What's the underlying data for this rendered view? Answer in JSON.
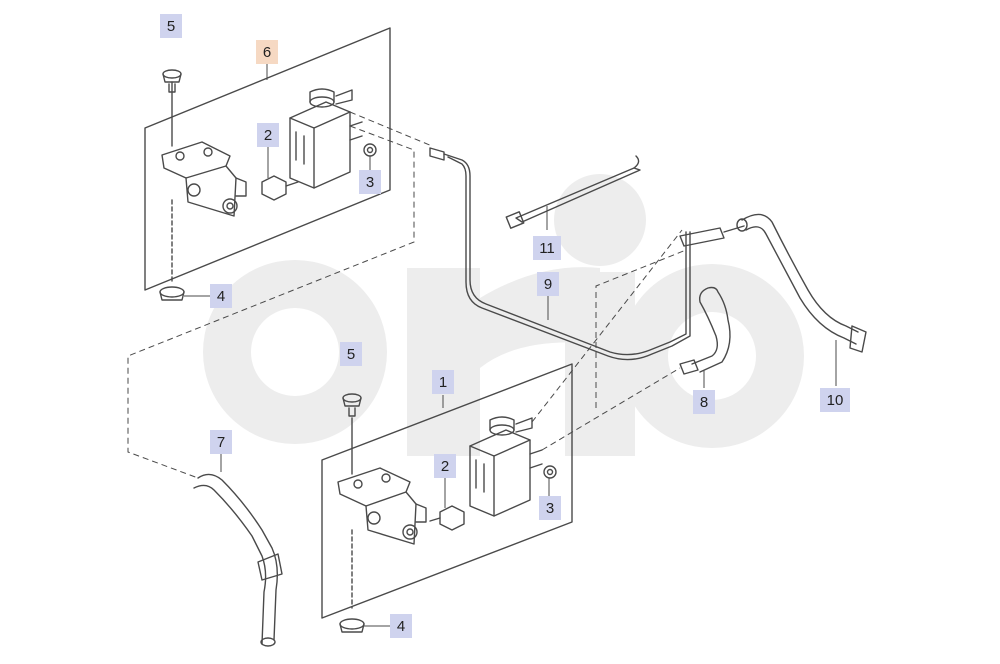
{
  "colors": {
    "background": "#ffffff",
    "watermark": "#ededed",
    "callout_standard": "#cfd3ee",
    "callout_highlight": "#f6d9c3",
    "line": "#4a4a4a"
  },
  "watermark": {
    "text": "orio"
  },
  "callouts": [
    {
      "id": "c5a",
      "label": "5",
      "style": "std"
    },
    {
      "id": "c6",
      "label": "6",
      "style": "hl"
    },
    {
      "id": "c2a",
      "label": "2",
      "style": "std"
    },
    {
      "id": "c3a",
      "label": "3",
      "style": "std"
    },
    {
      "id": "c4a",
      "label": "4",
      "style": "std"
    },
    {
      "id": "c11",
      "label": "11",
      "style": "std"
    },
    {
      "id": "c9",
      "label": "9",
      "style": "std"
    },
    {
      "id": "c5b",
      "label": "5",
      "style": "std"
    },
    {
      "id": "c1",
      "label": "1",
      "style": "std"
    },
    {
      "id": "c8",
      "label": "8",
      "style": "std"
    },
    {
      "id": "c10",
      "label": "10",
      "style": "std"
    },
    {
      "id": "c7",
      "label": "7",
      "style": "std"
    },
    {
      "id": "c2b",
      "label": "2",
      "style": "std"
    },
    {
      "id": "c3b",
      "label": "3",
      "style": "std"
    },
    {
      "id": "c4b",
      "label": "4",
      "style": "std"
    }
  ]
}
